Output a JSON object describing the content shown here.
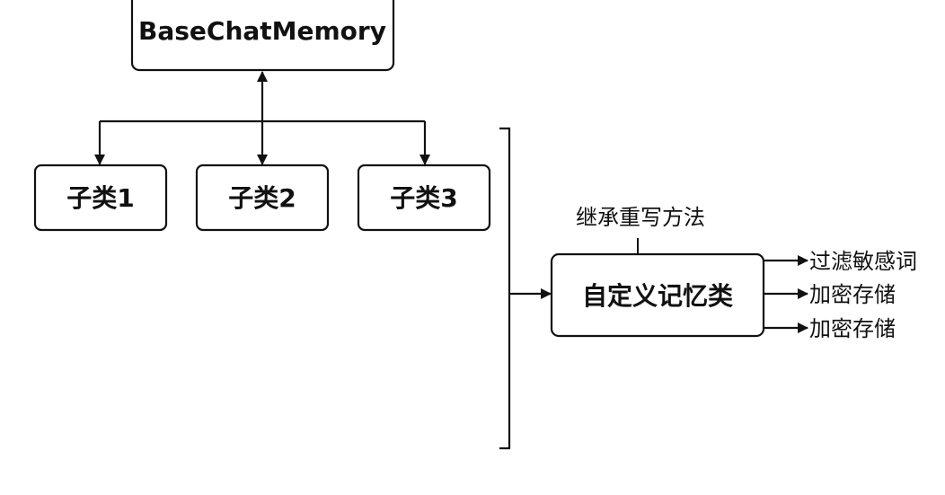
{
  "base_class": {
    "label": "BaseChatMemory"
  },
  "subclasses": [
    {
      "label": "子类1"
    },
    {
      "label": "子类2"
    },
    {
      "label": "子类3"
    }
  ],
  "custom_class": {
    "label": "自定义记忆类",
    "annotation": "继承重写方法"
  },
  "outputs": [
    {
      "label": "过滤敏感词"
    },
    {
      "label": "加密存储"
    },
    {
      "label": "加密存储"
    }
  ],
  "colors": {
    "stroke": "#111111",
    "box_fill": "#ffffff",
    "background": "#ffffff"
  }
}
